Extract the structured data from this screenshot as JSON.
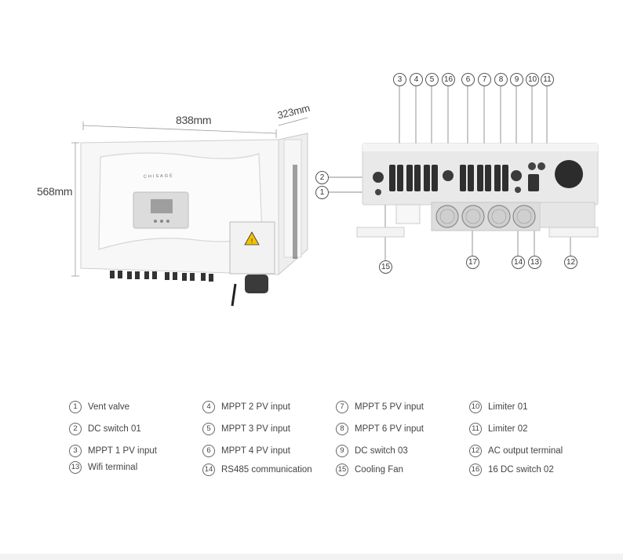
{
  "dimensions": {
    "width": "838mm",
    "depth": "323mm",
    "height": "568mm"
  },
  "device": {
    "brand": "CHISAGE",
    "warning_label": "Warning label"
  },
  "callouts": [
    {
      "id": "c3",
      "n": "3"
    },
    {
      "id": "c4",
      "n": "4"
    },
    {
      "id": "c5",
      "n": "5"
    },
    {
      "id": "c16",
      "n": "16"
    },
    {
      "id": "c6",
      "n": "6"
    },
    {
      "id": "c7",
      "n": "7"
    },
    {
      "id": "c8",
      "n": "8"
    },
    {
      "id": "c9",
      "n": "9"
    },
    {
      "id": "c10",
      "n": "10"
    },
    {
      "id": "c11",
      "n": "11"
    },
    {
      "id": "c2",
      "n": "2"
    },
    {
      "id": "c1",
      "n": "1"
    },
    {
      "id": "c15",
      "n": "15"
    },
    {
      "id": "c17",
      "n": "17"
    },
    {
      "id": "c14",
      "n": "14"
    },
    {
      "id": "c13",
      "n": "13"
    },
    {
      "id": "c12",
      "n": "12"
    }
  ],
  "legend": [
    {
      "n": "1",
      "label": "Vent valve"
    },
    {
      "n": "4",
      "label": "MPPT 2 PV input"
    },
    {
      "n": "7",
      "label": "MPPT 5 PV input"
    },
    {
      "n": "10",
      "label": "Limiter 01"
    },
    {
      "n": "2",
      "label": "DC switch 01"
    },
    {
      "n": "5",
      "label": "MPPT 3 PV input"
    },
    {
      "n": "8",
      "label": "MPPT 6 PV input"
    },
    {
      "n": "11",
      "label": "Limiter 02"
    },
    {
      "n": "3",
      "label": "MPPT 1 PV input"
    },
    {
      "n": "6",
      "label": "MPPT 4 PV input"
    },
    {
      "n": "9",
      "label": "DC switch 03"
    },
    {
      "n": "12",
      "label": "AC output terminal"
    },
    {
      "n": "13",
      "label": "Wifi terminal"
    },
    {
      "n": "14",
      "label": "RS485 communication"
    },
    {
      "n": "15",
      "label": "Cooling Fan"
    },
    {
      "n": "16",
      "label": "16 DC switch 02"
    }
  ]
}
